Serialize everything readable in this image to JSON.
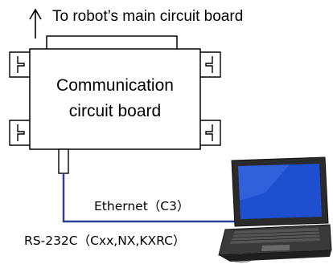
{
  "header": {
    "destination_label": "To robot’s main circuit board"
  },
  "board": {
    "label_line1": "Communication",
    "label_line2": "circuit board"
  },
  "cables": {
    "ethernet_label": "Ethernet（C3）",
    "serial_label": "RS-232C（Cxx,NX,KXRC）"
  },
  "colors": {
    "cable": "#2a3f9a",
    "screen": "#1f4fd1",
    "laptop_body": "#2b2b2b"
  }
}
